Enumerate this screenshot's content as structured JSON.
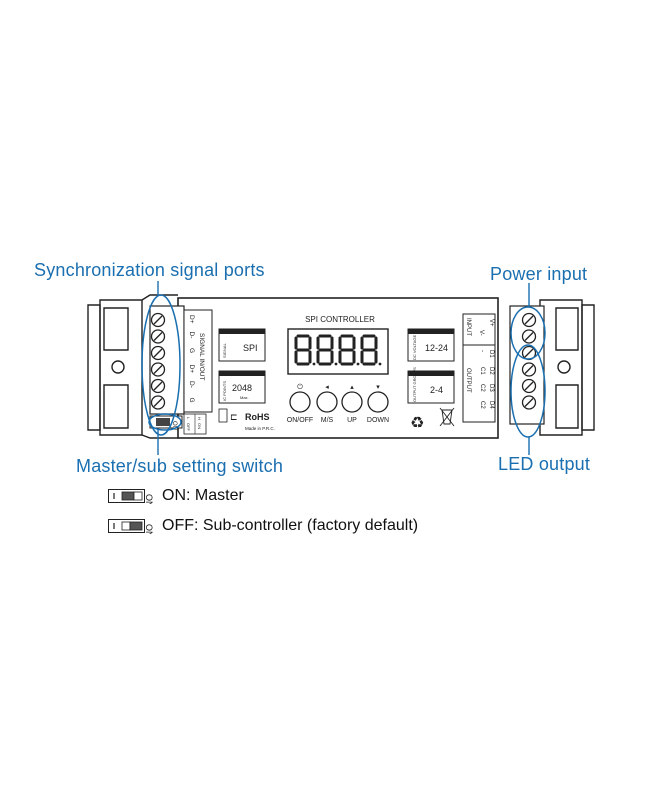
{
  "callouts": {
    "sync_ports": "Synchronization signal ports",
    "power_input": "Power input",
    "master_sub_switch": "Master/sub setting switch",
    "led_output": "LED output"
  },
  "device": {
    "title": "SPI CONTROLLER",
    "display_digits": [
      "8",
      "8",
      "8",
      "8"
    ],
    "left_boxes": [
      {
        "label": "SIGNAL",
        "value": "SPI"
      },
      {
        "label": "IC POINTS",
        "value": "2048",
        "sub": "Max."
      }
    ],
    "right_boxes": [
      {
        "label": "DC VOLTAGE",
        "value": "12-24"
      },
      {
        "label": "OUTPUT GROUPS",
        "value": "2-4"
      }
    ],
    "buttons": [
      {
        "icon": "power-icon",
        "glyph": "⏻",
        "label": "ON/OFF"
      },
      {
        "icon": "left-arrow-icon",
        "glyph": "◂",
        "label": "M/S"
      },
      {
        "icon": "up-arrow-icon",
        "glyph": "▴",
        "label": "UP"
      },
      {
        "icon": "down-arrow-icon",
        "glyph": "▾",
        "label": "DOWN"
      }
    ],
    "rohs": "RoHS",
    "made_in": "Made in P.R.C.",
    "signal_header": "SIGNAL IN/OUT",
    "signal_pins": [
      "D+",
      "D-",
      "G",
      "D+",
      "D-",
      "G"
    ],
    "input_header": "INPUT",
    "input_pins": [
      "V+",
      "V-"
    ],
    "output_header": "OUTPUT",
    "output_col1": [
      "D1",
      "D2",
      "D3",
      "D4"
    ],
    "output_col2": [
      "-",
      "C1",
      "C2",
      "C2"
    ],
    "switch_labels": {
      "on": "ON",
      "h": "H",
      "l": "L",
      "off": "OFF",
      "num": "1"
    }
  },
  "legend": [
    {
      "state": "on",
      "text": "ON: Master"
    },
    {
      "state": "off",
      "text": "OFF: Sub-controller (factory default)"
    }
  ],
  "colors": {
    "accent": "#1a6fb0",
    "line": "#222222",
    "screen": "#f2f2f2"
  }
}
